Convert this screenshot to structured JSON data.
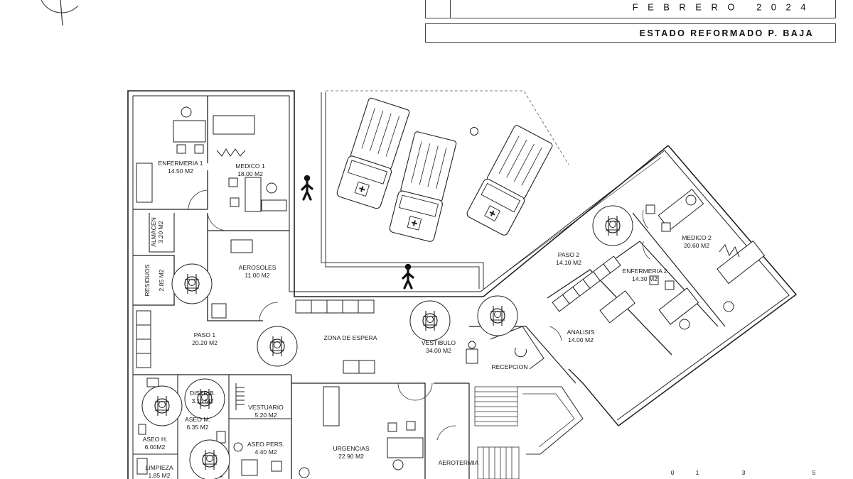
{
  "title_block": {
    "date": "FEBRERO 2024",
    "state": "ESTADO REFORMADO P. BAJA"
  },
  "scale_bar": [
    "0",
    "1",
    "3",
    "5"
  ],
  "rooms": [
    {
      "id": "enfermeria-1",
      "name": "ENFERMERIA 1",
      "area": "14.50 M2"
    },
    {
      "id": "medico-1",
      "name": "MEDICO 1",
      "area": "18.00 M2"
    },
    {
      "id": "almacen",
      "name": "ALMACEN",
      "area": "3.20 M2"
    },
    {
      "id": "residuos",
      "name": "RESIDUOS",
      "area": "2.85 M2"
    },
    {
      "id": "aerosoles",
      "name": "AEROSOLES",
      "area": "11.00 M2"
    },
    {
      "id": "paso-1",
      "name": "PASO 1",
      "area": "20.20 M2"
    },
    {
      "id": "zona-espera",
      "name": "ZONA DE ESPERA",
      "area": ""
    },
    {
      "id": "vestibulo",
      "name": "VESTIBULO",
      "area": "34.00 M2"
    },
    {
      "id": "recepcion",
      "name": "RECEPCION",
      "area": ""
    },
    {
      "id": "paso-2",
      "name": "PASO 2",
      "area": "14.10 M2"
    },
    {
      "id": "medico-2",
      "name": "MEDICO 2",
      "area": "20.60 M2"
    },
    {
      "id": "enfermeria-2",
      "name": "ENFERMERIA 2",
      "area": "14.30 M2"
    },
    {
      "id": "analisis",
      "name": "ANALISIS",
      "area": "14.00 M2"
    },
    {
      "id": "distrib",
      "name": "DISTRIB.",
      "area": "3.15 M2"
    },
    {
      "id": "aseo-m",
      "name": "ASEO M.",
      "area": "6.35 M2"
    },
    {
      "id": "aseo-h",
      "name": "ASEO H.",
      "area": "6.00M2"
    },
    {
      "id": "limpieza",
      "name": "LIMPIEZA",
      "area": "1.85 M2"
    },
    {
      "id": "vestuario",
      "name": "VESTUARIO",
      "area": "5.20 M2"
    },
    {
      "id": "aseo-pers",
      "name": "ASEO PERS.",
      "area": "4.40 M2"
    },
    {
      "id": "urgencias",
      "name": "URGENCIAS",
      "area": "22.90 M2"
    },
    {
      "id": "aerotermia",
      "name": "AEROTERMIA",
      "area": ""
    }
  ]
}
